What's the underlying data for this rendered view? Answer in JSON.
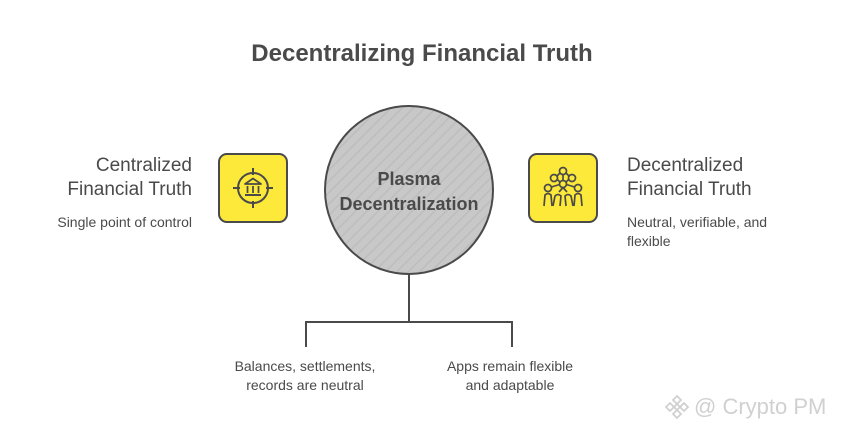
{
  "title": "Decentralizing Financial Truth",
  "left": {
    "title_line1": "Centralized",
    "title_line2": "Financial Truth",
    "description": "Single point of control",
    "icon": "bank-target-icon"
  },
  "right": {
    "title_line1": "Decentralized",
    "title_line2": "Financial Truth",
    "description_line1": "Neutral, verifiable, and",
    "description_line2": "flexible",
    "icon": "network-people-icon"
  },
  "center": {
    "line1": "Plasma",
    "line2": "Decentralization"
  },
  "branches": {
    "left_line1": "Balances, settlements,",
    "left_line2": "records are neutral",
    "right_line1": "Apps remain flexible",
    "right_line2": "and adaptable"
  },
  "watermark": {
    "text": "@ Crypto PM"
  },
  "colors": {
    "accent": "#fde93a",
    "outline": "#4a4a4a",
    "circle_fill": "#c8c8c8",
    "text": "#4a4a4a",
    "watermark": "#d0d0d0"
  }
}
